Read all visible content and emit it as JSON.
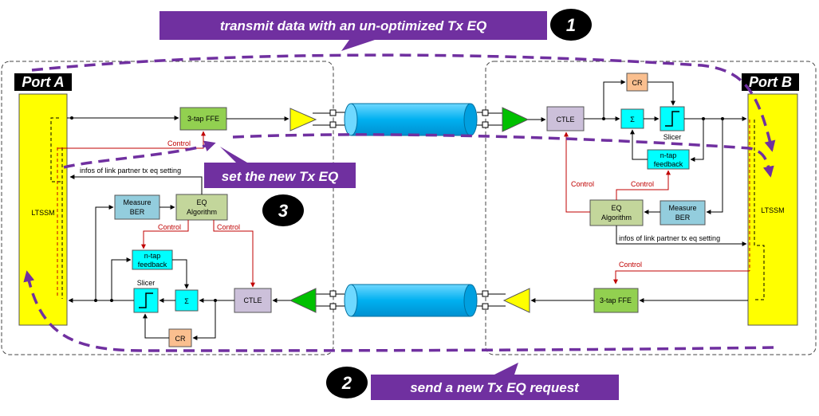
{
  "callouts": {
    "step1": "transmit data with an un-optimized Tx EQ",
    "step2": "send a new Tx EQ request",
    "step3": "set the new Tx EQ"
  },
  "steps": {
    "one": "1",
    "two": "2",
    "three": "3"
  },
  "ports": {
    "a": "Port A",
    "b": "Port B"
  },
  "ltssm": "LTSSM",
  "blocks": {
    "ffe": "3-tap FFE",
    "ctle": "CTLE",
    "cr": "CR",
    "sigma": "Σ",
    "slicer": "Slicer",
    "ntap_line1": "n-tap",
    "ntap_line2": "feedback",
    "measure_line1": "Measure",
    "measure_line2": "BER",
    "eq_line1": "EQ",
    "eq_line2": "Algorithm"
  },
  "labels": {
    "control": "Control",
    "infos": "infos of link partner tx eq setting"
  },
  "colors": {
    "purple": "#7030a0",
    "yellow": "#ffff00",
    "ffe_green": "#92d050",
    "ctle_lavender": "#ccc0da",
    "cr_peach": "#fabf8f",
    "cyan": "#00ffff",
    "measure_blue": "#93cddd",
    "eq_green": "#c3d69b",
    "cable_blue": "#00b0f0",
    "control_red": "#c00000"
  }
}
